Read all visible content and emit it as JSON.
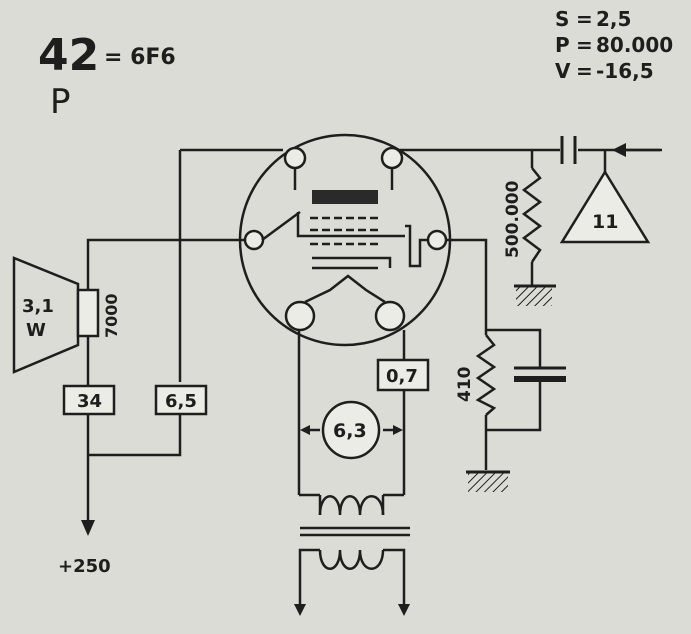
{
  "header": {
    "tube_number": "42",
    "tube_type": "P",
    "equivalent": "= 6F6"
  },
  "specs": [
    {
      "label": "S",
      "sep": "=",
      "value": "2,5"
    },
    {
      "label": "P",
      "sep": "=",
      "value": "80.000"
    },
    {
      "label": "V",
      "sep": "=",
      "value": "-16,5"
    }
  ],
  "components": {
    "speaker_power": "3,1",
    "speaker_unit": "W",
    "speaker_impedance": "7000",
    "box_speaker_voltage": "34",
    "box_screen_voltage": "6,5",
    "box_cathode_voltage": "0,7",
    "heater_voltage": "6,3",
    "grid_resistor": "500.000",
    "cathode_resistor": "410",
    "previous_stage": "11",
    "supply": "+250"
  },
  "colors": {
    "background": "#dcdcd6",
    "ink": "#1e1e1e",
    "box_fill": "#ecece6",
    "tube_label_dark": "#2a2a2a"
  }
}
